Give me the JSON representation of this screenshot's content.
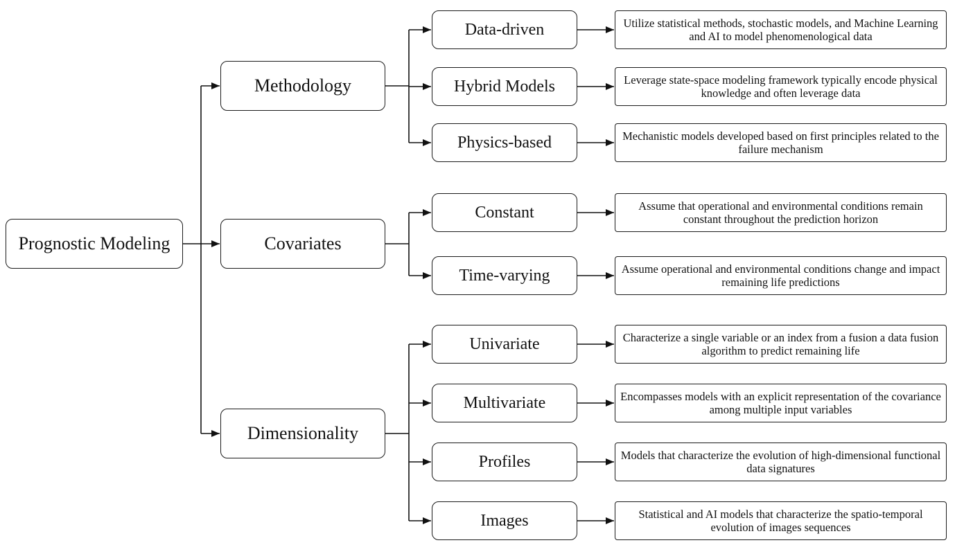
{
  "diagram": {
    "root": {
      "label": "Prognostic Modeling"
    },
    "categories": [
      {
        "label": "Methodology",
        "items": [
          {
            "label": "Data-driven",
            "description": "Utilize statistical methods, stochastic models, and Machine Learning and AI to model phenomenological data"
          },
          {
            "label": "Hybrid Models",
            "description": "Leverage state-space modeling framework typically encode physical knowledge and often leverage data"
          },
          {
            "label": "Physics-based",
            "description": "Mechanistic models developed based on first principles related to the failure mechanism"
          }
        ]
      },
      {
        "label": "Covariates",
        "items": [
          {
            "label": "Constant",
            "description": "Assume that operational and environmental conditions remain constant throughout the prediction horizon"
          },
          {
            "label": "Time-varying",
            "description": "Assume operational and environmental conditions change and impact remaining life predictions"
          }
        ]
      },
      {
        "label": "Dimensionality",
        "items": [
          {
            "label": "Univariate",
            "description": "Characterize a single variable or an index from a fusion a data fusion algorithm to predict remaining life"
          },
          {
            "label": "Multivariate",
            "description": "Encompasses models with an explicit representation of the covariance among multiple input variables"
          },
          {
            "label": "Profiles",
            "description": "Models that characterize the evolution of high-dimensional functional data signatures"
          },
          {
            "label": "Images",
            "description": "Statistical and AI models that characterize the spatio-temporal evolution of images sequences"
          }
        ]
      }
    ]
  }
}
